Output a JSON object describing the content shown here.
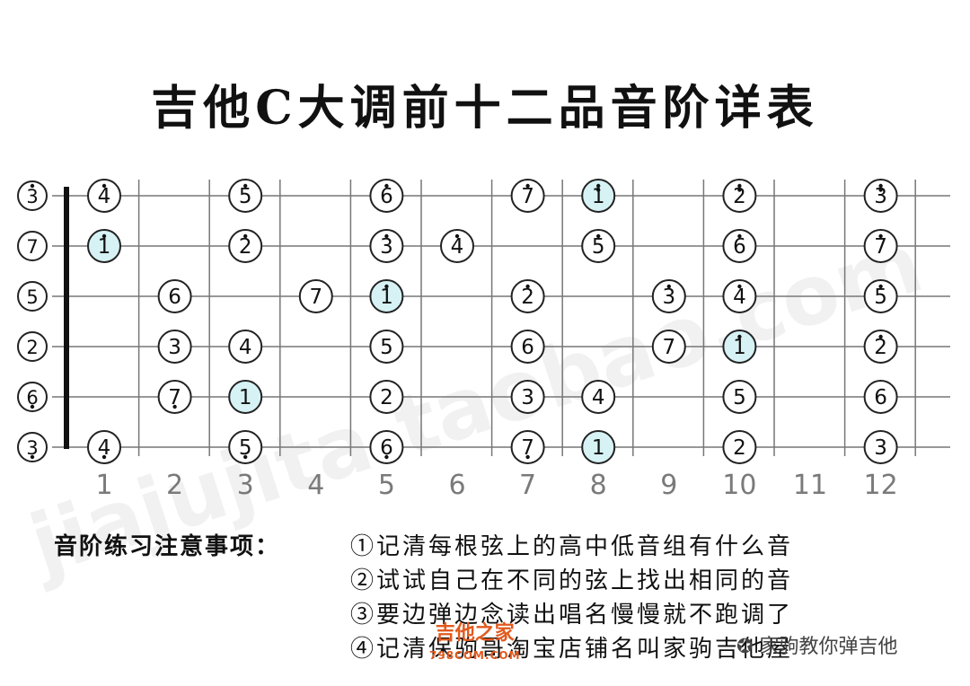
{
  "title": "吉他C大调前十二品音阶详表",
  "open_strings": [
    {
      "string": 1,
      "num": "3",
      "dot": "above"
    },
    {
      "string": 2,
      "num": "7",
      "dot": "none"
    },
    {
      "string": 3,
      "num": "5",
      "dot": "none"
    },
    {
      "string": 4,
      "num": "2",
      "dot": "none"
    },
    {
      "string": 5,
      "num": "6",
      "dot": "below"
    },
    {
      "string": 6,
      "num": "3",
      "dot": "below"
    }
  ],
  "fret_numbers": [
    "1",
    "2",
    "3",
    "4",
    "5",
    "6",
    "7",
    "8",
    "9",
    "10",
    "11",
    "12"
  ],
  "notes": [
    {
      "string": 1,
      "fret": 1,
      "num": "4",
      "dot": "above",
      "tonic": false
    },
    {
      "string": 1,
      "fret": 3,
      "num": "5",
      "dot": "above",
      "tonic": false
    },
    {
      "string": 1,
      "fret": 5,
      "num": "6",
      "dot": "above",
      "tonic": false
    },
    {
      "string": 1,
      "fret": 7,
      "num": "7",
      "dot": "above",
      "tonic": false
    },
    {
      "string": 1,
      "fret": 8,
      "num": "1",
      "dot": "double",
      "tonic": true
    },
    {
      "string": 1,
      "fret": 10,
      "num": "2",
      "dot": "double",
      "tonic": false
    },
    {
      "string": 1,
      "fret": 12,
      "num": "3",
      "dot": "double",
      "tonic": false
    },
    {
      "string": 2,
      "fret": 1,
      "num": "1",
      "dot": "above",
      "tonic": true
    },
    {
      "string": 2,
      "fret": 3,
      "num": "2",
      "dot": "above",
      "tonic": false
    },
    {
      "string": 2,
      "fret": 5,
      "num": "3",
      "dot": "above",
      "tonic": false
    },
    {
      "string": 2,
      "fret": 6,
      "num": "4",
      "dot": "above",
      "tonic": false
    },
    {
      "string": 2,
      "fret": 8,
      "num": "5",
      "dot": "above",
      "tonic": false
    },
    {
      "string": 2,
      "fret": 10,
      "num": "6",
      "dot": "above",
      "tonic": false
    },
    {
      "string": 2,
      "fret": 12,
      "num": "7",
      "dot": "above",
      "tonic": false
    },
    {
      "string": 3,
      "fret": 2,
      "num": "6",
      "dot": "none",
      "tonic": false
    },
    {
      "string": 3,
      "fret": 4,
      "num": "7",
      "dot": "none",
      "tonic": false
    },
    {
      "string": 3,
      "fret": 5,
      "num": "1",
      "dot": "above",
      "tonic": true
    },
    {
      "string": 3,
      "fret": 7,
      "num": "2",
      "dot": "above",
      "tonic": false
    },
    {
      "string": 3,
      "fret": 9,
      "num": "3",
      "dot": "above",
      "tonic": false
    },
    {
      "string": 3,
      "fret": 10,
      "num": "4",
      "dot": "above",
      "tonic": false
    },
    {
      "string": 3,
      "fret": 12,
      "num": "5",
      "dot": "above",
      "tonic": false
    },
    {
      "string": 4,
      "fret": 2,
      "num": "3",
      "dot": "none",
      "tonic": false
    },
    {
      "string": 4,
      "fret": 3,
      "num": "4",
      "dot": "none",
      "tonic": false
    },
    {
      "string": 4,
      "fret": 5,
      "num": "5",
      "dot": "none",
      "tonic": false
    },
    {
      "string": 4,
      "fret": 7,
      "num": "6",
      "dot": "none",
      "tonic": false
    },
    {
      "string": 4,
      "fret": 9,
      "num": "7",
      "dot": "none",
      "tonic": false
    },
    {
      "string": 4,
      "fret": 10,
      "num": "1",
      "dot": "above",
      "tonic": true
    },
    {
      "string": 4,
      "fret": 12,
      "num": "2",
      "dot": "above",
      "tonic": false
    },
    {
      "string": 5,
      "fret": 2,
      "num": "7",
      "dot": "below",
      "tonic": false
    },
    {
      "string": 5,
      "fret": 3,
      "num": "1",
      "dot": "none",
      "tonic": true
    },
    {
      "string": 5,
      "fret": 5,
      "num": "2",
      "dot": "none",
      "tonic": false
    },
    {
      "string": 5,
      "fret": 7,
      "num": "3",
      "dot": "none",
      "tonic": false
    },
    {
      "string": 5,
      "fret": 8,
      "num": "4",
      "dot": "none",
      "tonic": false
    },
    {
      "string": 5,
      "fret": 10,
      "num": "5",
      "dot": "none",
      "tonic": false
    },
    {
      "string": 5,
      "fret": 12,
      "num": "6",
      "dot": "none",
      "tonic": false
    },
    {
      "string": 6,
      "fret": 1,
      "num": "4",
      "dot": "below",
      "tonic": false
    },
    {
      "string": 6,
      "fret": 3,
      "num": "5",
      "dot": "below",
      "tonic": false
    },
    {
      "string": 6,
      "fret": 5,
      "num": "6",
      "dot": "below",
      "tonic": false
    },
    {
      "string": 6,
      "fret": 7,
      "num": "7",
      "dot": "below",
      "tonic": false
    },
    {
      "string": 6,
      "fret": 8,
      "num": "1",
      "dot": "none",
      "tonic": true
    },
    {
      "string": 6,
      "fret": 10,
      "num": "2",
      "dot": "none",
      "tonic": false
    },
    {
      "string": 6,
      "fret": 12,
      "num": "3",
      "dot": "none",
      "tonic": false
    }
  ],
  "colors": {
    "tonic_fill": "#d6f2f4",
    "line": "#777777",
    "nut": "#111111",
    "fret_number": "#7a7a7a"
  },
  "practice": {
    "heading": "音阶练习注意事项：",
    "items": [
      "①记清每根弦上的高中低音组有什么音",
      "②试试自己在不同的弦上找出相同的音",
      "③要边弹边念读出唱名慢慢就不跑调了",
      "④记清保驹哥淘宝店铺名叫家驹吉他屋"
    ]
  },
  "watermark": {
    "logo": "吉他之家",
    "logo_url": "798COM.COM",
    "wechat": "家驹教你弹吉他",
    "board": "jiajujita.taobao.com"
  }
}
